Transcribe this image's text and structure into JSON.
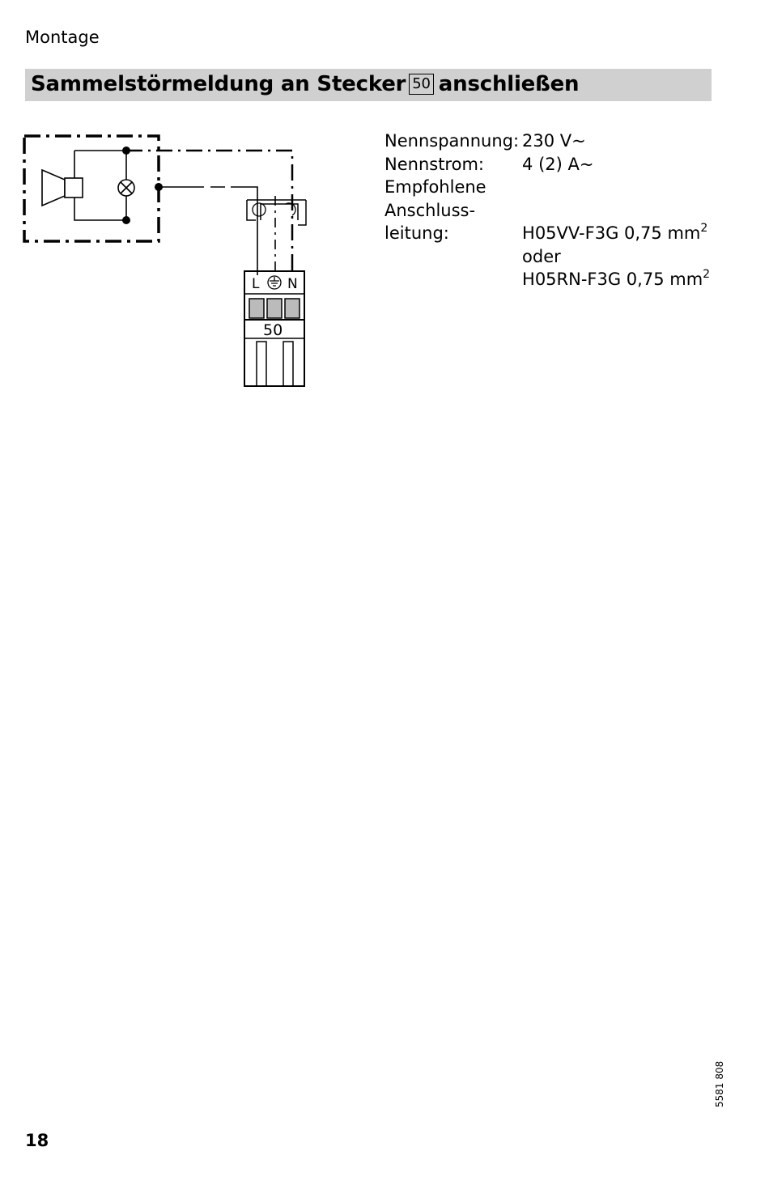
{
  "header": {
    "section": "Montage"
  },
  "title": {
    "prefix": "Sammelstörmeldung an Stecker",
    "box_number": "50",
    "suffix": "anschließen"
  },
  "diagram": {
    "terminal_labels": {
      "L": "L",
      "N": "N"
    },
    "plug_number": "50",
    "icons": [
      "horn-icon",
      "lamp-icon",
      "earth-icon"
    ]
  },
  "specs": {
    "rows": [
      {
        "label": "Nennspannung:",
        "value": "230 V~"
      },
      {
        "label": "Nennstrom:",
        "value": "4 (2) A~"
      },
      {
        "label": "Empfohlene",
        "value": ""
      },
      {
        "label": "Anschluss-",
        "value": ""
      }
    ],
    "cable_label": "leitung:",
    "cable_option_1": "H05VV-F3G 0,75 mm",
    "cable_option_1_sup": "2",
    "cable_or": "oder",
    "cable_option_2": "H05RN-F3G 0,75 mm",
    "cable_option_2_sup": "2"
  },
  "footer": {
    "page_number": "18",
    "doc_number": "5581 808"
  }
}
